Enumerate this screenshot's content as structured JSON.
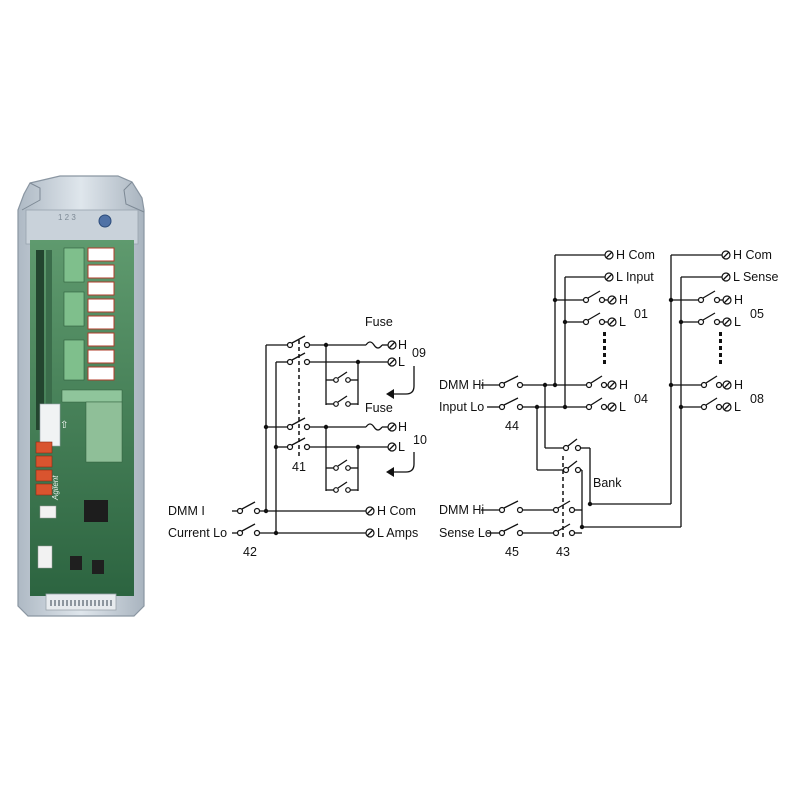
{
  "colors": {
    "board_green": "#2f6b43",
    "relay_red": "#d9542f",
    "housing": "#cfd8e0",
    "wire": "#111111"
  },
  "module": {
    "maker_label": "Agilent",
    "connector_icon": "ribbon-connector-icon"
  },
  "current_section": {
    "channel_labels": [
      "09",
      "10"
    ],
    "fuse_labels": [
      "Fuse",
      "Fuse"
    ],
    "terminal_labels": {
      "ch09_h": "H",
      "ch09_l": "L",
      "ch10_h": "H",
      "ch10_l": "L",
      "com_h": "H  Com",
      "com_l": "L  Amps"
    },
    "inputs": {
      "dmm_i": "DMM   I",
      "current_lo": "Current Lo"
    },
    "relay_labels": {
      "r41": "41",
      "r42": "42"
    }
  },
  "voltage_section": {
    "inputs": {
      "dmm_hi_input": "DMM Hi",
      "input_lo": "Input Lo",
      "dmm_hi_sense": "DMM Hi",
      "sense_lo": "Sense Lo"
    },
    "terminal_labels": {
      "hcom_input": "H  Com",
      "l_input": "L  Input",
      "hcom_sense": "H  Com",
      "l_sense": "L  Sense",
      "h": "H",
      "l": "L"
    },
    "channel_labels": [
      "01",
      "04",
      "05",
      "08"
    ],
    "relay_labels": {
      "r43": "43",
      "r44": "44",
      "r45": "45"
    },
    "bank_label": "Bank"
  }
}
